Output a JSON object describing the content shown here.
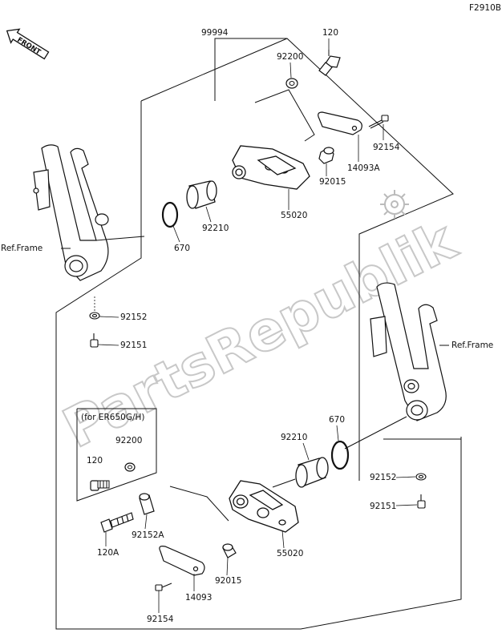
{
  "figure_code": "F2910B",
  "direction_label": "FRONT",
  "watermark": "PartsRepublik",
  "callouts": {
    "assembly": "99994",
    "bolt_top": "120",
    "washer_top": "92200",
    "bolt_small_top": "92154",
    "plate_top": "14093A",
    "collar_top": "92015",
    "slider_top": "55020",
    "grommet_top": "92210",
    "ring_top": "670",
    "ref_frame_left": "Ref.Frame",
    "nut_left": "92152",
    "bolt_left": "92151",
    "variant_note": "(for ER650G/H)",
    "variant_washer": "92200",
    "variant_bolt": "120",
    "ref_frame_right": "Ref.Frame",
    "ring_bottom": "670",
    "grommet_bottom": "92210",
    "nut_right": "92152",
    "bolt_right": "92151",
    "spacer_bottom": "92152A",
    "bolt_bottom": "120A",
    "slider_bottom": "55020",
    "collar_bottom": "92015",
    "plate_bottom": "14093",
    "bolt_small_bottom": "92154"
  }
}
